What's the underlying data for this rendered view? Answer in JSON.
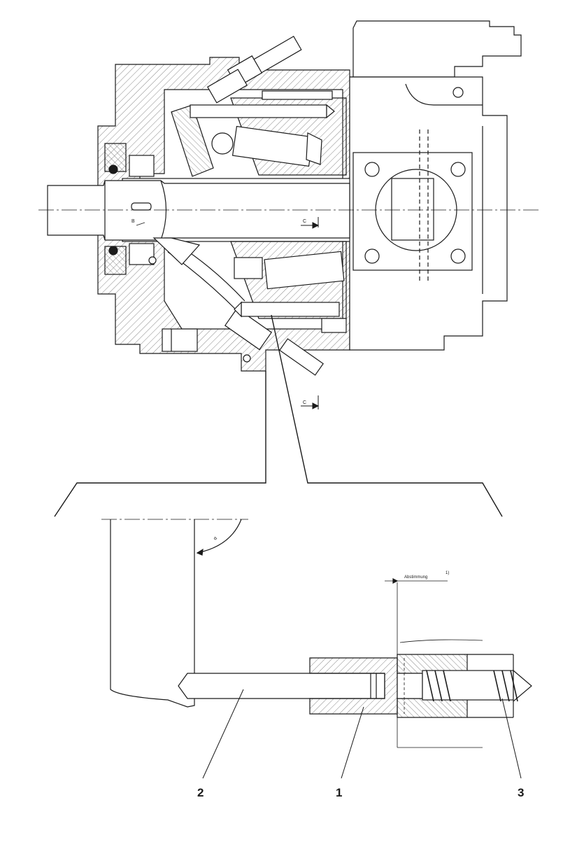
{
  "drawing": {
    "labels": {
      "section_c_top": "C",
      "section_c_bottom": "C",
      "view_b": "B",
      "angle_mark": "α",
      "adjustment_note": "Abstimmung",
      "adjustment_note_sup": "1)"
    },
    "callouts": [
      {
        "id": "1",
        "text": "1"
      },
      {
        "id": "2",
        "text": "2"
      },
      {
        "id": "3",
        "text": "3"
      }
    ]
  },
  "colors": {
    "line": "#1a1a1a",
    "hatch": "#6a6a6a",
    "background": "#ffffff"
  }
}
